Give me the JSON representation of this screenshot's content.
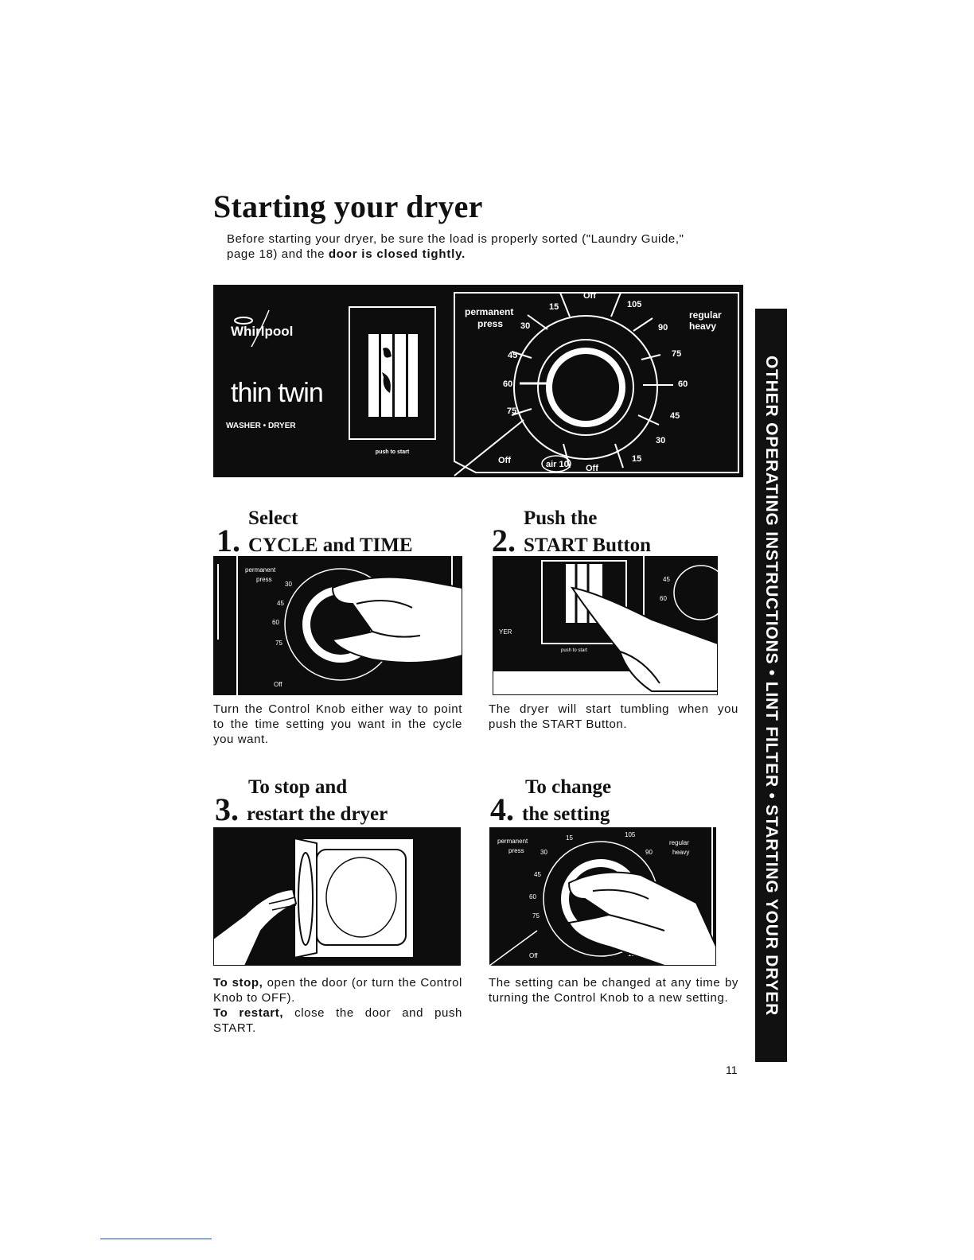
{
  "title": "Starting your dryer",
  "intro": {
    "text_before": "Before starting your dryer, be sure the load is properly sorted (\"Laundry Guide,\" page 18) and the ",
    "bold": "door is closed tightly."
  },
  "control_panel": {
    "brand": "Whirlpool",
    "model_logo": "thin twin",
    "model_line": "WASHER • DRYER",
    "button_label": "push to start",
    "cycle_left": {
      "line1": "permanent",
      "line2": "press"
    },
    "cycle_right": {
      "line1": "regular",
      "line2": "heavy"
    },
    "dial_labels": [
      "15",
      "Off",
      "105",
      "30",
      "90",
      "45",
      "75",
      "60",
      "60",
      "75",
      "45",
      "30",
      "Off",
      "air 10",
      "Off",
      "15"
    ]
  },
  "steps": [
    {
      "number": "1.",
      "title_line1": "Select",
      "title_line2": "CYCLE and TIME",
      "caption": "Turn the Control Knob either way to point to the time setting you want in the cycle you want."
    },
    {
      "number": "2.",
      "title_line1": "Push the",
      "title_line2": "START Button",
      "caption": "The dryer will start tumbling when you push the START Button."
    },
    {
      "number": "3.",
      "title_line1": "To stop and",
      "title_line2": "restart the dryer",
      "caption_stop_bold": "To stop,",
      "caption_stop": " open the door (or turn the Control Knob to OFF).",
      "caption_restart_bold": "To restart,",
      "caption_restart": " close the door and push START."
    },
    {
      "number": "4.",
      "title_line1": "To change",
      "title_line2": "the setting",
      "caption": "The setting can be changed at any time by turning the Control Knob to a new setting."
    }
  ],
  "side_tab": "OTHER OPERATING INSTRUCTIONS • LINT FILTER • STARTING YOUR DRYER",
  "page_number": "11"
}
